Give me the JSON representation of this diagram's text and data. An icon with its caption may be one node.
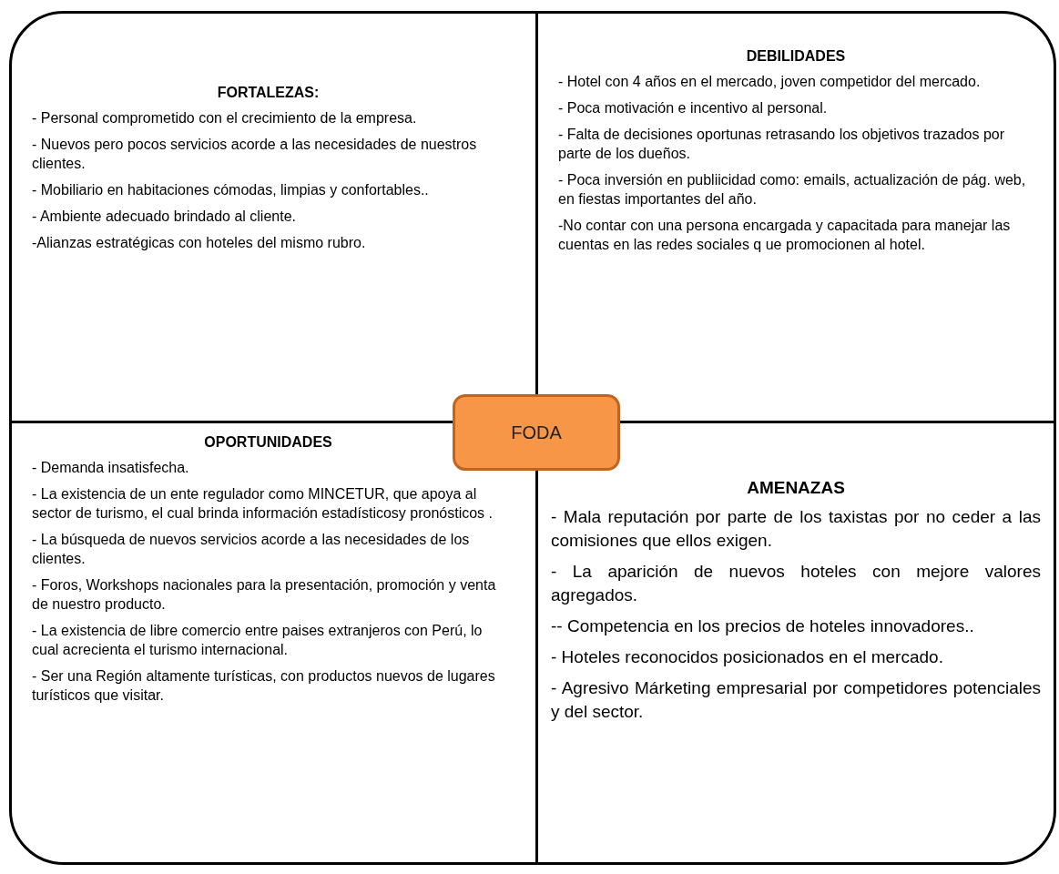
{
  "diagram": {
    "nodes": [
      {
        "text": [
          "FORTALEZAS:",
          "- Personal comprometido con el crecimiento de la empresa.",
          "- Nuevos pero pocos servicios acorde a las necesidades de nuestros clientes.",
          "- Mobiliario en habitaciones cómodas, limpias y confortables..",
          "- Ambiente adecuado brindado al cliente.",
          "-Alianzas estratégicas con hoteles del mismo rubro."
        ]
      },
      {
        "text": [
          "DEBILIDADES",
          "- Hotel con 4 años en el mercado, joven competidor del mercado.",
          "- Poca motivación e incentivo al personal.",
          "- Falta de decisiones oportunas retrasando los objetivos trazados por parte de los dueños.",
          "- Poca inversión en publiicidad como: emails, actualización de pág. web, en fiestas importantes del año.",
          "-No contar con una persona encargada y capacitada para manejar las cuentas en las redes sociales q ue promocionen al hotel."
        ]
      },
      {
        "text": [
          "FODA"
        ]
      },
      {
        "text": [
          "OPORTUNIDADES",
          "- Demanda insatisfecha.",
          "- La existencia de un ente regulador como MINCETUR, que apoya al sector de turismo, el cual brinda información estadísticosy pronósticos .",
          "- La búsqueda de nuevos servicios acorde a las necesidades de los clientes.",
          "- Foros, Workshops nacionales para la presentación, promoción y venta de nuestro producto.",
          "- La existencia de libre comercio entre paises extranjeros con Perú, lo cual acrecienta el turismo internacional.",
          "- Ser una Región altamente turísticas, con productos nuevos de lugares turísticos que visitar."
        ]
      },
      {
        "text": [
          "AMENAZAS",
          "- Mala reputación por parte de los taxistas por no ceder a las comisiones que ellos exigen.",
          "- La aparición de nuevos hoteles con mejore valores agregados.",
          "-- Competencia en los precios de hoteles innovadores..",
          "- Hoteles reconocidos posicionados en el mercado.",
          "- Agresivo Márketing empresarial por competidores potenciales y del sector."
        ]
      }
    ],
    "edges": []
  }
}
